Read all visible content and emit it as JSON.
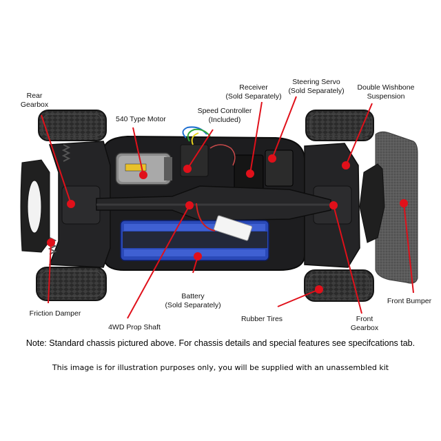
{
  "labels": {
    "rear_gearbox": [
      "Rear",
      "Gearbox"
    ],
    "motor": [
      "540 Type Motor"
    ],
    "speed_controller": [
      "Speed Controller",
      "(Included)"
    ],
    "receiver": [
      "Receiver",
      "(Sold Separately)"
    ],
    "steering_servo": [
      "Steering Servo",
      "(Sold Separately)"
    ],
    "double_wishbone": [
      "Double Wishbone",
      "Suspension"
    ],
    "friction_damper": [
      "Friction Damper"
    ],
    "prop_shaft": [
      "4WD Prop Shaft"
    ],
    "battery": [
      "Battery",
      "(Sold Separately)"
    ],
    "rubber_tires": [
      "Rubber Tires"
    ],
    "front_gearbox": [
      "Front",
      "Gearbox"
    ],
    "front_bumper": [
      "Front Bumper"
    ]
  },
  "notes": {
    "standard_chassis": "Note: Standard chassis pictured above. For chassis details and special features see specifcations tab.",
    "illustration": "This image is for illustration purposes only, you will be supplied with an unassembled kit"
  },
  "colors": {
    "marker": "#e0101a",
    "chassis": "#1c1c1e",
    "tire": "#262626",
    "bumper_foam": "#5a5a5a",
    "battery": "#2a49b8"
  }
}
